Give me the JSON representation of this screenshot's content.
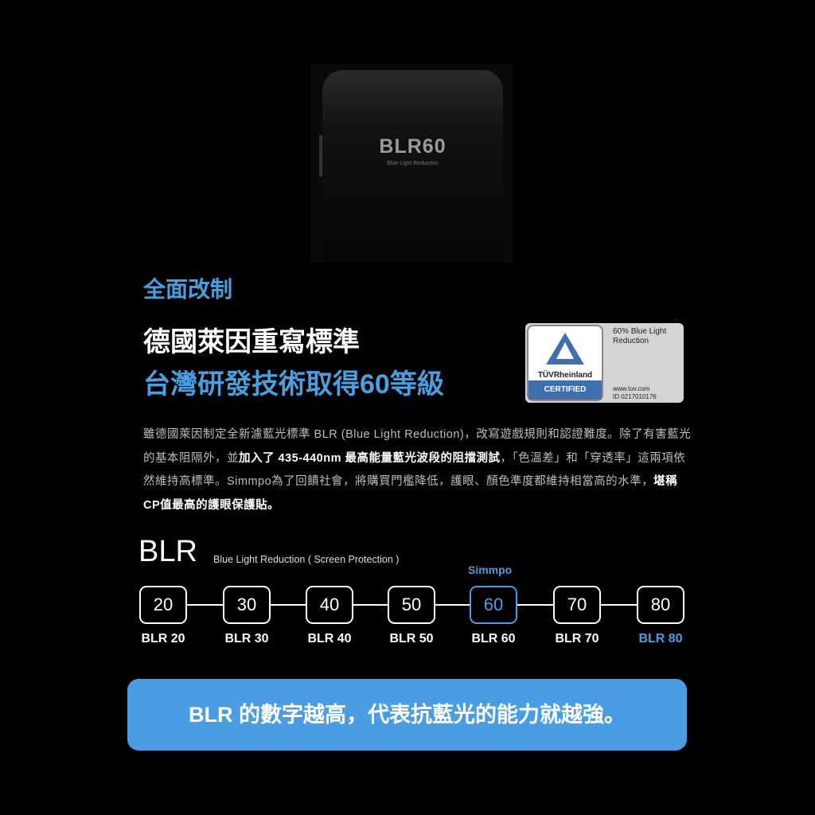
{
  "product": {
    "title": "BLR60",
    "subtitle": "Blue Light Reduction"
  },
  "kicker": "全面改制",
  "headline1": "德國萊因重寫標準",
  "headline2": "台灣研發技術取得60等級",
  "tuv": {
    "brand": "TÜVRheinland",
    "certified": "CERTIFIED",
    "claim": "60% Blue Light Reduction",
    "url": "www.tuv.com",
    "id": "ID 0217010176"
  },
  "body": {
    "p1": "雖德國萊因制定全新濾藍光標準 BLR (Blue Light Reduction)，改寫遊戲規則和認證難度。除了有害藍光的基本阻隔外，並",
    "b1": "加入了 435-440nm 最高能量藍光波段的阻擋測試",
    "p2": "，「色溫差」和「穿透率」這兩項依然維持高標準。Simmpo為了回饋社會，將購買門檻降低，護眼、顏色準度都維持相當高的水準，",
    "b2": "堪稱CP值最高的護眼保護貼。"
  },
  "scale": {
    "title": "BLR",
    "subtitle": "Blue Light Reduction  ( Screen Protection )",
    "brand": "Simmpo",
    "levels": [
      {
        "value": "20",
        "label": "BLR 20"
      },
      {
        "value": "30",
        "label": "BLR 30"
      },
      {
        "value": "40",
        "label": "BLR 40"
      },
      {
        "value": "50",
        "label": "BLR 50"
      },
      {
        "value": "60",
        "label": "BLR 60"
      },
      {
        "value": "70",
        "label": "BLR 70"
      },
      {
        "value": "80",
        "label": "BLR 80"
      }
    ],
    "active": "60",
    "highlight_label": "BLR 80"
  },
  "banner": "BLR 的數字越高，代表抗藍光的能力就越強。",
  "colors": {
    "accent": "#4a9fe0",
    "background": "#000000"
  }
}
